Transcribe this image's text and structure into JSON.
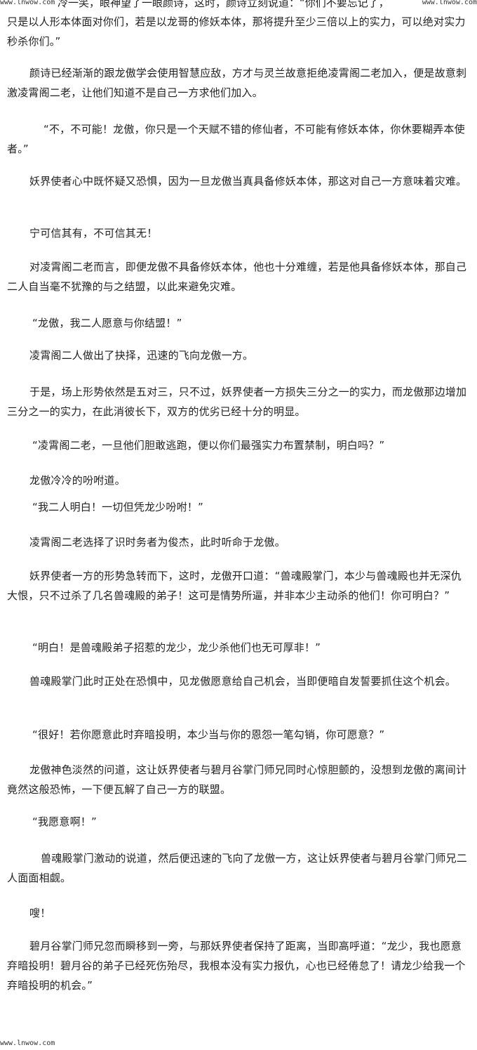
{
  "watermarks": {
    "top_left": "www.lnwow.com",
    "top_right": "www.lnwow.com",
    "bottom_left": "www.lnwow.com"
  },
  "top_line": "冷一笑，眼神望了一眼颜诗，这时，颜诗立刻说道：“你们不要忘记了，",
  "paragraphs": [
    "只是以人形本体面对你们，若是以龙哥的修妖本体，那将提升至少三倍以上的实力，可以绝对实力秒杀你们。”",
    "颜诗已经渐渐的跟龙傲学会使用智慧应敌，方才与灵兰故意拒绝凌霄阁二老加入，便是故意刺激凌霄阁二老，让他们知道不是自己一方求他们加入。",
    "“不，不可能！龙傲，你只是一个天赋不错的修仙者，不可能有修妖本体，你休要糊弄本使者。”",
    "妖界使者心中既怀疑又恐惧，因为一旦龙傲当真具备修妖本体，那这对自己一方意味着灾难。",
    "宁可信其有，不可信其无！",
    "对凌霄阁二老而言，即便龙傲不具备修妖本体，他也十分难缠，若是他具备修妖本体，那自己二人自当毫不犹豫的与之结盟，以此来避免灾难。",
    "“龙傲，我二人愿意与你结盟！”",
    "凌霄阁二人做出了抉择，迅速的飞向龙傲一方。",
    "于是，场上形势依然是五对三，只不过，妖界使者一方损失三分之一的实力，而龙傲那边增加三分之一的实力，在此消彼长下，双方的优劣已经十分的明显。",
    "“凌霄阁二老，一旦他们胆敢逃跑，便以你们最强实力布置禁制，明白吗？”",
    "龙傲冷冷的吩咐道。",
    "“我二人明白！一切但凭龙少吩咐！”",
    "凌霄阁二老选择了识时务者为俊杰，此时听命于龙傲。",
    "妖界使者一方的形势急转而下，这时，龙傲开口道：“兽魂殿掌门，本少与兽魂殿也并无深仇大恨，只不过杀了几名兽魂殿的弟子！这可是情势所逼，并非本少主动杀的他们！你可明白？”",
    "“明白！是兽魂殿弟子招惹的龙少，龙少杀他们也无可厚非！”",
    "兽魂殿掌门此时正处在恐惧中，见龙傲愿意给自己机会，当即便暗自发誓要抓住这个机会。",
    "“很好！若你愿意此时弃暗投明，本少当与你的恩怨一笔勾销，你可愿意？”",
    "龙傲神色淡然的问道，这让妖界使者与碧月谷掌门师兄同时心惊胆颤的，没想到龙傲的离间计竟然这般恐怖，一下便瓦解了自己一方的联盟。",
    "“我愿意啊！”",
    "兽魂殿掌门激动的说道，然后便迅速的飞向了龙傲一方，这让妖界使者与碧月谷掌门师兄二人面面相觑。",
    "嗖！",
    "碧月谷掌门师兄忽而瞬移到一旁，与那妖界使者保持了距离，当即高呼道：“龙少，我也愿意弃暗投明！碧月谷的弟子已经死伤殆尽，我根本没有实力报仇，心也已经倦怠了！请龙少给我一个弃暗投明的机会。”"
  ]
}
